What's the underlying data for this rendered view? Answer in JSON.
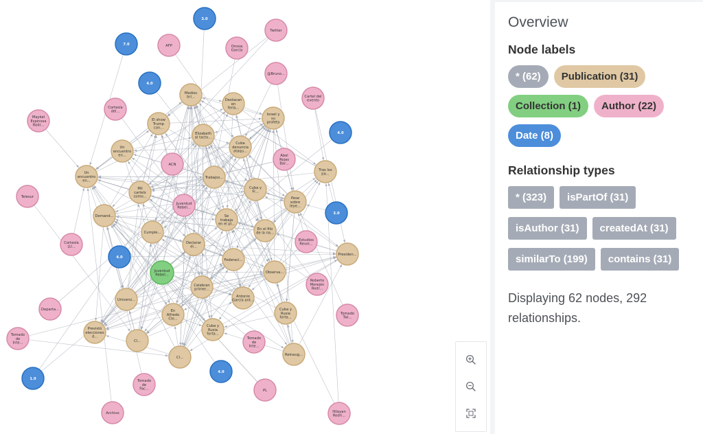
{
  "panel": {
    "title": "Overview",
    "node_labels_title": "Node labels",
    "node_labels": [
      {
        "label": "* (62)",
        "color": "#a5abb6",
        "text_color": "#ffffff"
      },
      {
        "label": "Publication (31)",
        "color": "#dfc8a3",
        "text_color": "#333333"
      },
      {
        "label": "Collection (1)",
        "color": "#82cf81",
        "text_color": "#333333"
      },
      {
        "label": "Author (22)",
        "color": "#efb1c9",
        "text_color": "#333333"
      },
      {
        "label": "Date (8)",
        "color": "#4c8eda",
        "text_color": "#ffffff"
      }
    ],
    "relationship_types_title": "Relationship types",
    "relationship_types": [
      {
        "label": "* (323)"
      },
      {
        "label": "isPartOf (31)"
      },
      {
        "label": "isAuthor (31)"
      },
      {
        "label": "createdAt (31)"
      },
      {
        "label": "similarTo (199)"
      },
      {
        "label": "contains (31)"
      }
    ],
    "summary": "Displaying 62 nodes, 292 relationships."
  },
  "zoom": {
    "zoom_in": "zoom-in-icon",
    "zoom_out": "zoom-out-icon",
    "fit": "fit-screen-icon"
  },
  "colors": {
    "publication": "#dfc8a3",
    "publication_border": "#c9aa79",
    "author": "#efb1c9",
    "author_border": "#d68aa8",
    "date": "#4c8eda",
    "date_border": "#2870c2",
    "collection": "#82cf81",
    "collection_border": "#57b657",
    "edge": "#a5abb6"
  },
  "graph": {
    "nodes": [
      {
        "id": "d1",
        "type": "date",
        "lines": [
          "3.0"
        ]
      },
      {
        "id": "d2",
        "type": "date",
        "lines": [
          "7.0"
        ]
      },
      {
        "id": "d3",
        "type": "date",
        "lines": [
          "4.0"
        ]
      },
      {
        "id": "d4",
        "type": "date",
        "lines": [
          "4.0"
        ]
      },
      {
        "id": "d5",
        "type": "date",
        "lines": [
          "3.0"
        ]
      },
      {
        "id": "d6",
        "type": "date",
        "lines": [
          "4.0"
        ]
      },
      {
        "id": "d7",
        "type": "date",
        "lines": [
          "4.0"
        ]
      },
      {
        "id": "d8",
        "type": "date",
        "lines": [
          "1.0"
        ]
      },
      {
        "id": "a1",
        "type": "author",
        "lines": [
          "AFP"
        ]
      },
      {
        "id": "a2",
        "type": "author",
        "lines": [
          "Orosia",
          "García"
        ]
      },
      {
        "id": "a3",
        "type": "author",
        "lines": [
          "Twitter"
        ]
      },
      {
        "id": "a4",
        "type": "author",
        "lines": [
          "@Bruno..."
        ]
      },
      {
        "id": "a5",
        "type": "author",
        "lines": [
          "Cartel del",
          "evento"
        ]
      },
      {
        "id": "a6",
        "type": "author",
        "lines": [
          "Cortesía",
          "del..."
        ]
      },
      {
        "id": "a7",
        "type": "author",
        "lines": [
          "Maykel",
          "Espinosa",
          "Rodr..."
        ]
      },
      {
        "id": "a8",
        "type": "author",
        "lines": [
          "ACN"
        ]
      },
      {
        "id": "a9",
        "type": "author",
        "lines": [
          "Abel",
          "Rojas",
          "Bar..."
        ]
      },
      {
        "id": "a10",
        "type": "author",
        "lines": [
          "Telesur"
        ]
      },
      {
        "id": "a11",
        "type": "author",
        "lines": [
          "Juventud",
          "Rebel..."
        ]
      },
      {
        "id": "a12",
        "type": "author",
        "lines": [
          "Cortesía",
          "LU..."
        ]
      },
      {
        "id": "a13",
        "type": "author",
        "lines": [
          "Estudios",
          "Revol..."
        ]
      },
      {
        "id": "a14",
        "type": "author",
        "lines": [
          "Roberto",
          "Morejón",
          "Rodr..."
        ]
      },
      {
        "id": "a15",
        "type": "author",
        "lines": [
          "Departa..."
        ]
      },
      {
        "id": "a16",
        "type": "author",
        "lines": [
          "Tomado",
          "Twi..."
        ]
      },
      {
        "id": "a17",
        "type": "author",
        "lines": [
          "Tomado",
          "de",
          "Inte..."
        ]
      },
      {
        "id": "a18",
        "type": "author",
        "lines": [
          "Tomado",
          "de",
          "Inte..."
        ]
      },
      {
        "id": "a19",
        "type": "author",
        "lines": [
          "Tomado",
          "de",
          "Fac..."
        ]
      },
      {
        "id": "a20",
        "type": "author",
        "lines": [
          "PL"
        ]
      },
      {
        "id": "a21",
        "type": "author",
        "lines": [
          "Archivo"
        ]
      },
      {
        "id": "a22",
        "type": "author",
        "lines": [
          "Hilayan",
          "Rodri..."
        ]
      },
      {
        "id": "p1",
        "type": "publication",
        "lines": [
          "Medios",
          "bri..."
        ]
      },
      {
        "id": "p2",
        "type": "publication",
        "lines": [
          "Destacan",
          "en",
          "feria..."
        ]
      },
      {
        "id": "p3",
        "type": "publication",
        "lines": [
          "Israel y",
          "su",
          "profeta"
        ]
      },
      {
        "id": "p4",
        "type": "publication",
        "lines": [
          "El show",
          "Trump",
          "con..."
        ]
      },
      {
        "id": "p5",
        "type": "publication",
        "lines": [
          "Elizabeth",
          "al tacto..."
        ]
      },
      {
        "id": "p6",
        "type": "publication",
        "lines": [
          "Cuba",
          "denuncia",
          "ataqu..."
        ]
      },
      {
        "id": "p7",
        "type": "publication",
        "lines": [
          "Un",
          "encuentro",
          "en..."
        ]
      },
      {
        "id": "p8",
        "type": "publication",
        "lines": [
          "Un",
          "encuentro",
          "en..."
        ]
      },
      {
        "id": "p9",
        "type": "publication",
        "lines": [
          "Tras los",
          "pa..."
        ]
      },
      {
        "id": "p10",
        "type": "publication",
        "lines": [
          "Trabajos..."
        ]
      },
      {
        "id": "p11",
        "type": "publication",
        "lines": [
          "Mil",
          "cartels",
          "como..."
        ]
      },
      {
        "id": "p12",
        "type": "publication",
        "lines": [
          "Cuba y",
          "Fr..."
        ]
      },
      {
        "id": "p13",
        "type": "publication",
        "lines": [
          "Pese",
          "sobre",
          "leye..."
        ]
      },
      {
        "id": "p14",
        "type": "publication",
        "lines": [
          "Demand..."
        ]
      },
      {
        "id": "p15",
        "type": "publication",
        "lines": [
          "Se",
          "trabaja",
          "en el pl..."
        ]
      },
      {
        "id": "p16",
        "type": "publication",
        "lines": [
          "En el filo",
          "de la na..."
        ]
      },
      {
        "id": "p17",
        "type": "publication",
        "lines": [
          "Cumple..."
        ]
      },
      {
        "id": "p18",
        "type": "publication",
        "lines": [
          "Declarar",
          "el..."
        ]
      },
      {
        "id": "p19",
        "type": "publication",
        "lines": [
          "Federaci..."
        ]
      },
      {
        "id": "p20",
        "type": "publication",
        "lines": [
          "Observa..."
        ]
      },
      {
        "id": "p21",
        "type": "publication",
        "lines": [
          "Presiden..."
        ]
      },
      {
        "id": "p22",
        "type": "publication",
        "lines": [
          "Celebran",
          "primer..."
        ]
      },
      {
        "id": "p23",
        "type": "publication",
        "lines": [
          "Universi..."
        ]
      },
      {
        "id": "p24",
        "type": "publication",
        "lines": [
          "Antonio",
          "García ant..."
        ]
      },
      {
        "id": "p25",
        "type": "publication",
        "lines": [
          "En",
          "Alfredo",
          "Cle..."
        ]
      },
      {
        "id": "p26",
        "type": "publication",
        "lines": [
          "Cuba y",
          "Rusia",
          "forta..."
        ]
      },
      {
        "id": "p27",
        "type": "publication",
        "lines": [
          "Cuba y",
          "Rusia",
          "forta..."
        ]
      },
      {
        "id": "p28",
        "type": "publication",
        "lines": [
          "Previstó",
          "elecciones",
          "d..."
        ]
      },
      {
        "id": "p29",
        "type": "publication",
        "lines": [
          "Cl..."
        ]
      },
      {
        "id": "p30",
        "type": "publication",
        "lines": [
          "Cl..."
        ]
      },
      {
        "id": "p31",
        "type": "publication",
        "lines": [
          "Reinaug..."
        ]
      },
      {
        "id": "c1",
        "type": "collection",
        "lines": [
          "Juventud",
          "Rebel..."
        ]
      }
    ]
  }
}
